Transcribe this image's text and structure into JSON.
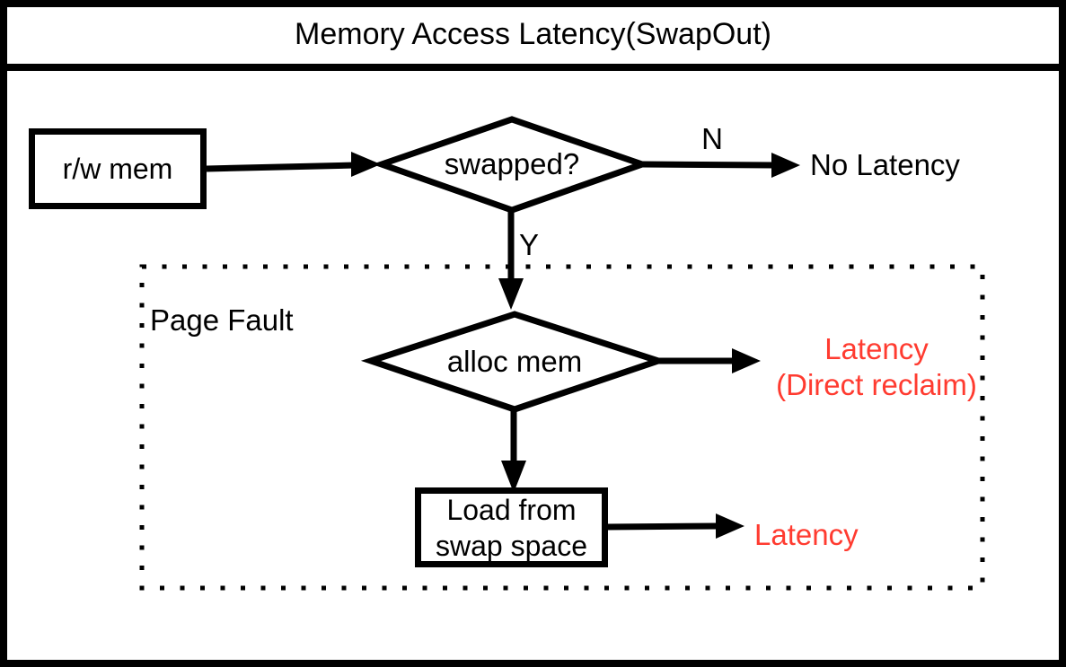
{
  "title": "Memory Access Latency(SwapOut)",
  "colors": {
    "stroke": "#000000",
    "latency_red": "#ff3b30",
    "background": "#ffffff"
  },
  "group": {
    "label": "Page Fault",
    "border_style": "dotted"
  },
  "nodes": {
    "rw_mem": {
      "label": "r/w mem",
      "shape": "rectangle"
    },
    "swapped": {
      "label": "swapped?",
      "shape": "diamond"
    },
    "alloc_mem": {
      "label": "alloc mem",
      "shape": "diamond"
    },
    "load_swap": {
      "line1": "Load from",
      "line2": "swap space",
      "shape": "rectangle"
    }
  },
  "outcomes": {
    "no_latency": {
      "label": "No Latency",
      "color": "black"
    },
    "latency_direct": {
      "line1": "Latency",
      "line2": "(Direct reclaim)",
      "color": "red"
    },
    "latency_swap": {
      "label": "Latency",
      "color": "red"
    }
  },
  "edge_labels": {
    "no": "N",
    "yes": "Y"
  },
  "edges": [
    {
      "from": "rw_mem",
      "to": "swapped",
      "label": ""
    },
    {
      "from": "swapped",
      "to": "no_latency",
      "label": "N"
    },
    {
      "from": "swapped",
      "to": "alloc_mem",
      "label": "Y"
    },
    {
      "from": "alloc_mem",
      "to": "latency_direct",
      "label": ""
    },
    {
      "from": "alloc_mem",
      "to": "load_swap",
      "label": ""
    },
    {
      "from": "load_swap",
      "to": "latency_swap",
      "label": ""
    }
  ]
}
